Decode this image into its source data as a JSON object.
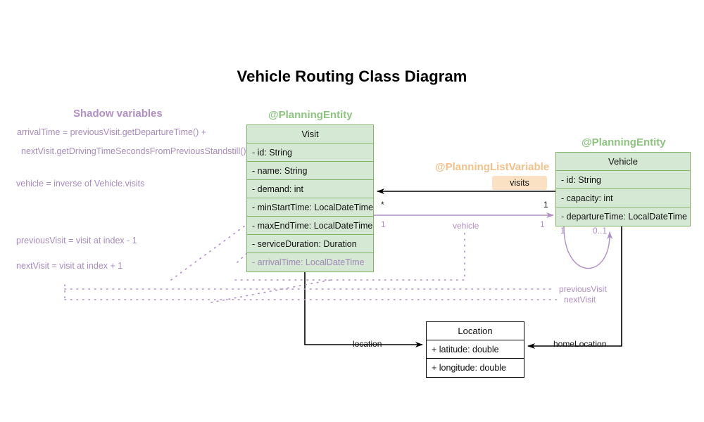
{
  "title": "Vehicle Routing Class Diagram",
  "sections": {
    "shadow_variables": "Shadow variables",
    "planning_entity_visit": "@PlanningEntity",
    "planning_entity_vehicle": "@PlanningEntity",
    "planning_list_variable": "@PlanningListVariable"
  },
  "colors": {
    "entity_fill": "#d5e8d4",
    "entity_border": "#82b366",
    "shadow_purple": "#b18ec4",
    "planning_green": "#8cc47f",
    "list_variable_orange": "#f3c08a",
    "badge_fill": "#fae1c3",
    "plain_border": "#000000"
  },
  "classes": {
    "visit": {
      "name": "Visit",
      "attributes": [
        {
          "text": "- id: String",
          "shadow": false
        },
        {
          "text": "- name: String",
          "shadow": false
        },
        {
          "text": "- demand: int",
          "shadow": false
        },
        {
          "text": "- minStartTime: LocalDateTime",
          "shadow": false
        },
        {
          "text": "- maxEndTime: LocalDateTime",
          "shadow": false
        },
        {
          "text": "- serviceDuration: Duration",
          "shadow": false
        },
        {
          "text": "- arrivalTime: LocalDateTime",
          "shadow": true
        }
      ]
    },
    "vehicle": {
      "name": "Vehicle",
      "attributes": [
        {
          "text": "- id: String",
          "shadow": false
        },
        {
          "text": "- capacity: int",
          "shadow": false
        },
        {
          "text": "- departureTime: LocalDateTime",
          "shadow": false
        }
      ]
    },
    "location": {
      "name": "Location",
      "attributes": [
        {
          "text": "+ latitude: double",
          "shadow": false
        },
        {
          "text": "+ longitude: double",
          "shadow": false
        }
      ]
    }
  },
  "badges": {
    "visits": "visits"
  },
  "edge_labels": {
    "visits_source_mult": "*",
    "visits_target_mult": "1",
    "vehicle_name": "vehicle",
    "vehicle_source_mult": "1",
    "vehicle_target_mult": "1",
    "self_loop_left_mult": "1",
    "self_loop_right_mult": "0..1",
    "previous_visit": "previousVisit",
    "next_visit": "nextVisit",
    "location": "location",
    "home_location": "homeLocation"
  },
  "notes": [
    "arrivalTime = previousVisit.getDepartureTime() +",
    "nextVisit.getDrivingTimeSecondsFromPreviousStandstill()",
    "vehicle = inverse of Vehicle.visits",
    "previousVisit = visit at index - 1",
    "nextVisit = visit at index + 1"
  ]
}
